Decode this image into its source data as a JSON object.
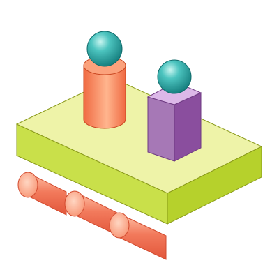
{
  "scene": {
    "background": "#ffffff",
    "stroke_color": "#8a9a1a",
    "roller_color": "#f27a5c",
    "roller_dark": "#e2563a",
    "roller_light": "#ffc3a8",
    "platform_top_color": "#eef3a8",
    "platform_front_color": "#c9e04a",
    "platform_side_color": "#b6d12c",
    "cylinder_color": "#f06a42",
    "cylinder_light": "#ffb58e",
    "cylinder_top_color": "#fba27c",
    "prism_top_color": "#dcb8e8",
    "prism_front_color": "#a678b6",
    "prism_side_color": "#8a4e9e",
    "sphere_color": "#3cb3b0",
    "sphere_dark": "#127a7a",
    "sphere_light": "#c8f5f0",
    "objects": [
      "roller-back",
      "roller-middle",
      "roller-front",
      "platform",
      "orange-cylinder",
      "purple-prism",
      "cylinder-sphere",
      "prism-sphere"
    ]
  }
}
